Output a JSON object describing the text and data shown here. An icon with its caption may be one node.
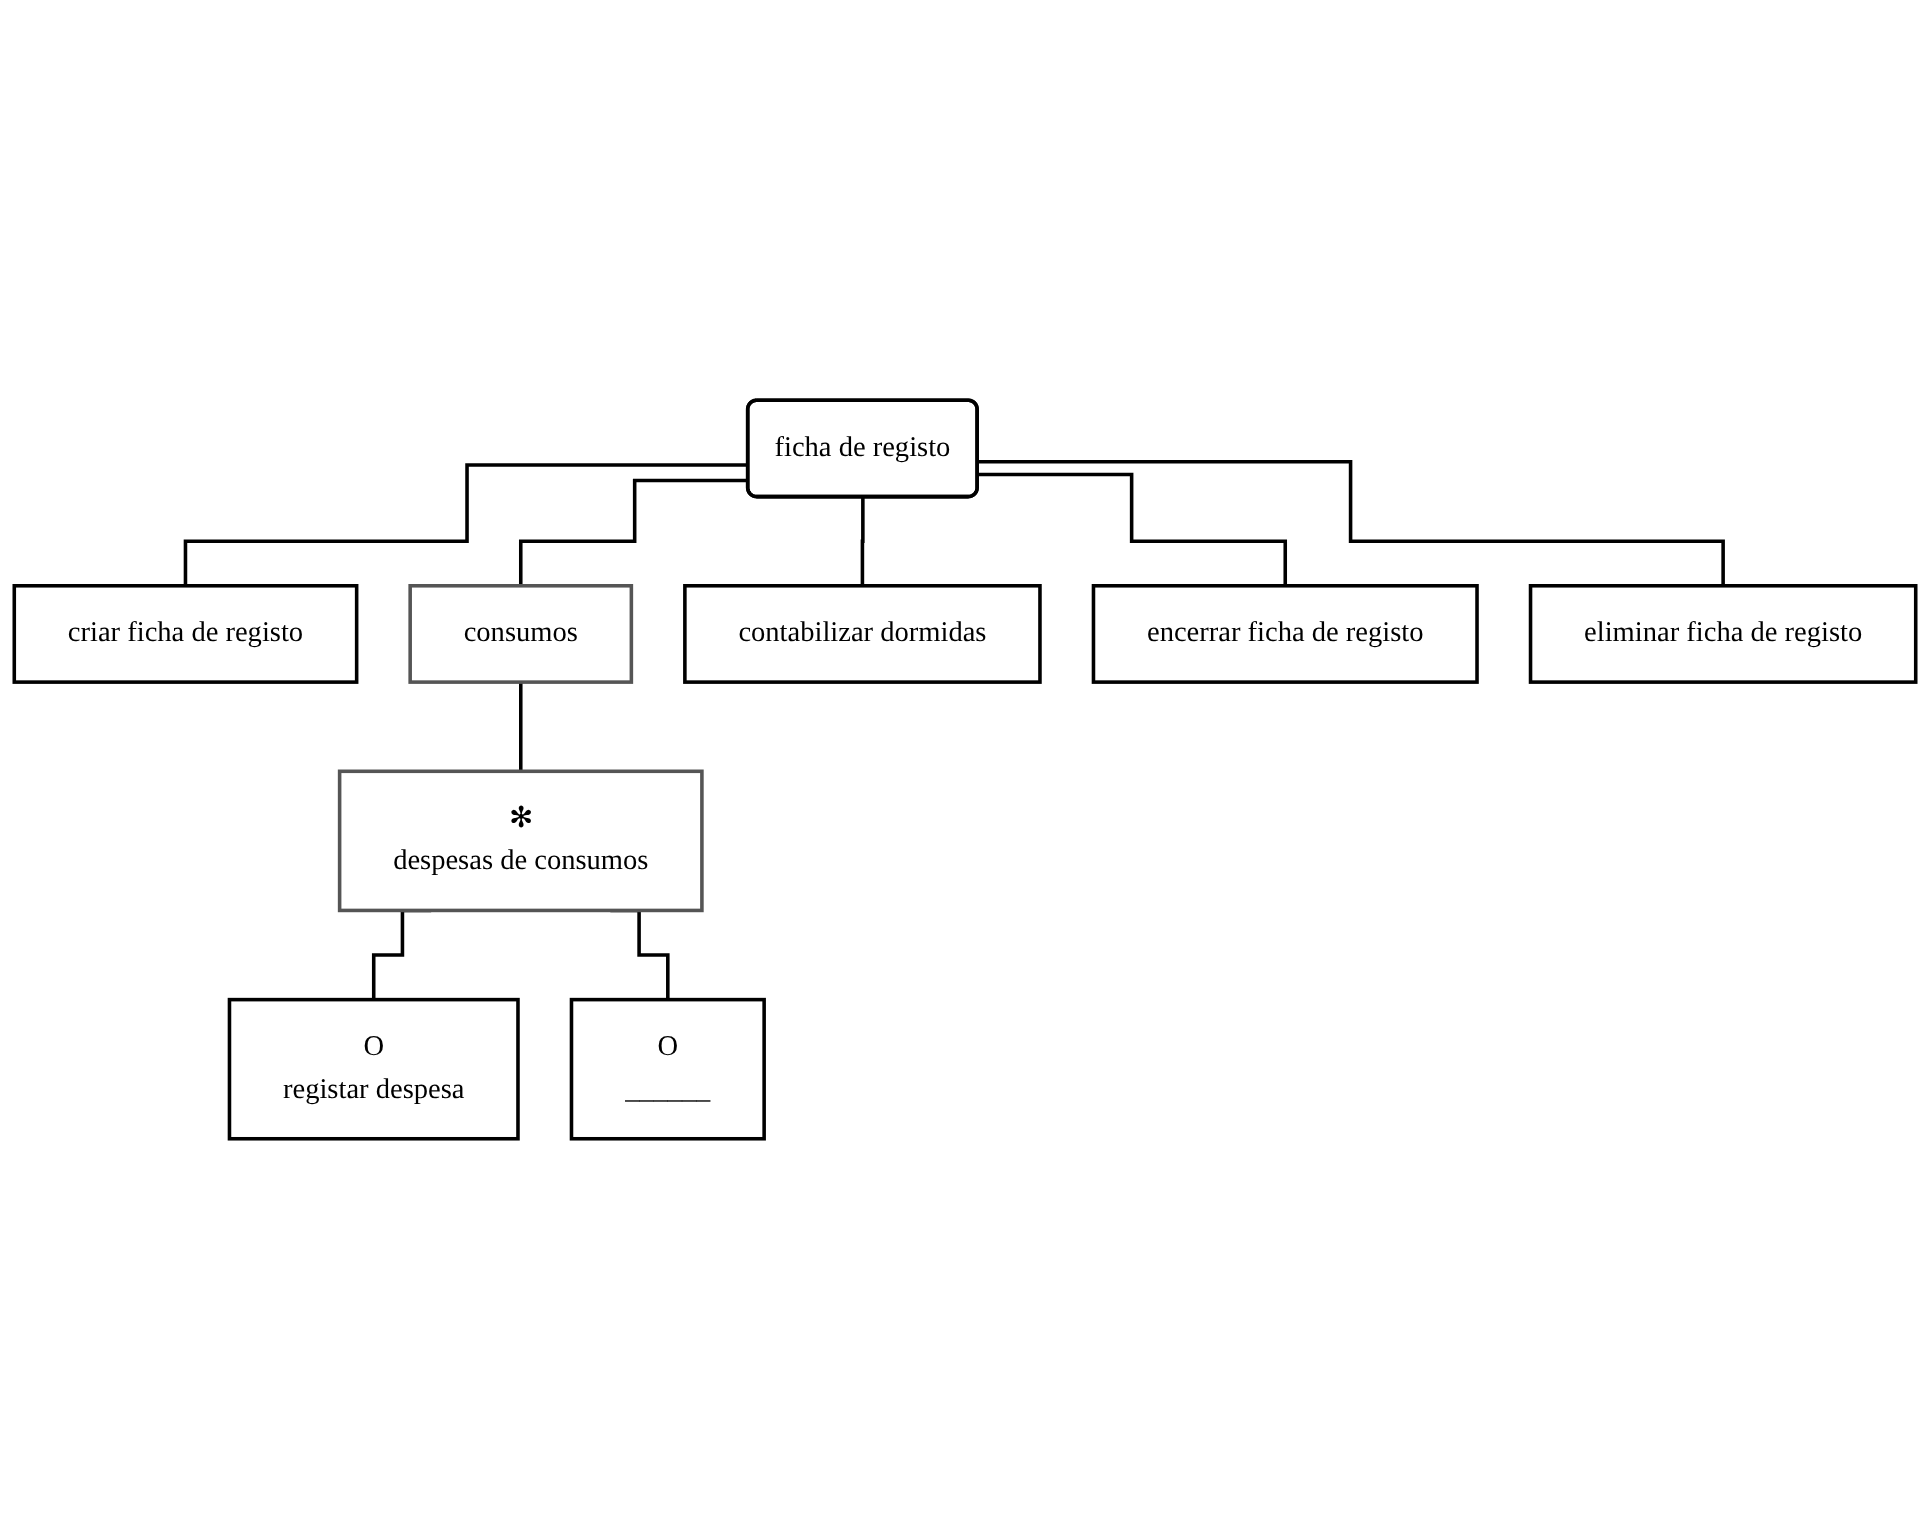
{
  "diagram": {
    "nodes": [
      {
        "text": [
          "ficha de registo"
        ]
      },
      {
        "text": [
          "criar ficha de registo"
        ]
      },
      {
        "text": [
          "consumos"
        ]
      },
      {
        "text": [
          "contabilizar dormidas"
        ]
      },
      {
        "text": [
          "encerrar ficha de registo"
        ]
      },
      {
        "text": [
          "eliminar ficha de registo"
        ]
      },
      {
        "text": [
          "✻",
          "despesas de consumos"
        ]
      },
      {
        "text": [
          "O",
          "registar despesa"
        ]
      },
      {
        "text": [
          "O",
          "______"
        ]
      }
    ],
    "edges": [
      {
        "from": 0,
        "to": 1,
        "arrow": "none"
      },
      {
        "from": 0,
        "to": 2,
        "arrow": "none"
      },
      {
        "from": 0,
        "to": 3,
        "arrow": "none"
      },
      {
        "from": 0,
        "to": 4,
        "arrow": "none"
      },
      {
        "from": 0,
        "to": 5,
        "arrow": "none"
      },
      {
        "from": 2,
        "to": 6,
        "arrow": "none"
      },
      {
        "from": 6,
        "to": 7,
        "arrow": "none"
      },
      {
        "from": 6,
        "to": 8,
        "arrow": "none"
      }
    ]
  }
}
